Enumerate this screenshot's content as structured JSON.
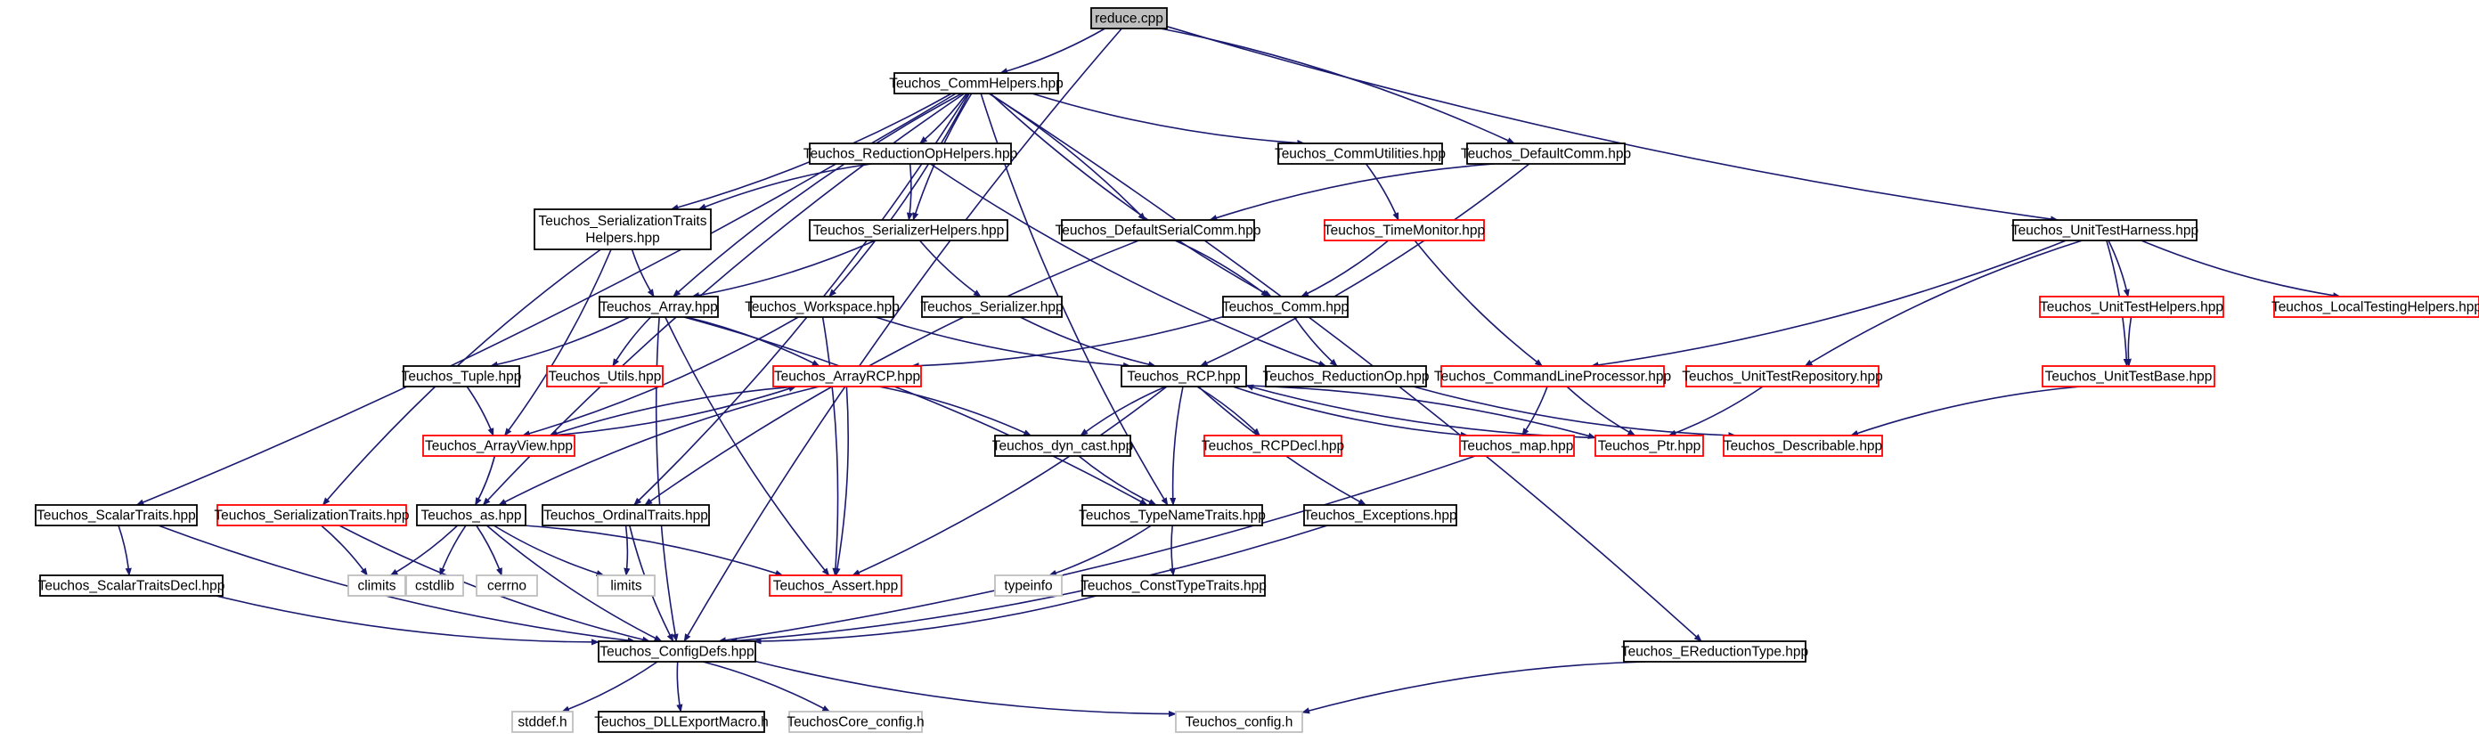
{
  "colors": {
    "edge": "#191970",
    "border_documented": "#000000",
    "border_undocumented": "#ff0000",
    "border_external": "#bfbfbf",
    "fill_root": "#bfbfbf",
    "fill_default": "#ffffff"
  },
  "nodes": [
    {
      "id": "reduce",
      "label": "reduce.cpp",
      "kind": "root"
    },
    {
      "id": "commhelpers",
      "label": "Teuchos_CommHelpers.hpp",
      "kind": "doc"
    },
    {
      "id": "configdefs",
      "label": "Teuchos_ConfigDefs.hpp",
      "kind": "doc"
    },
    {
      "id": "defaultcomm",
      "label": "Teuchos_DefaultComm.hpp",
      "kind": "doc"
    },
    {
      "id": "unittestharness",
      "label": "Teuchos_UnitTestHarness.hpp",
      "kind": "doc"
    },
    {
      "id": "reductionophelpers",
      "label": "Teuchos_ReductionOpHelpers.hpp",
      "kind": "doc"
    },
    {
      "id": "commutilities",
      "label": "Teuchos_CommUtilities.hpp",
      "kind": "doc"
    },
    {
      "id": "serializationtraitshelpers",
      "label": "Teuchos_SerializationTraits\nHelpers.hpp",
      "kind": "doc"
    },
    {
      "id": "serializerhelpers",
      "label": "Teuchos_SerializerHelpers.hpp",
      "kind": "doc"
    },
    {
      "id": "defaultserialcomm",
      "label": "Teuchos_DefaultSerialComm.hpp",
      "kind": "doc"
    },
    {
      "id": "timemonitor",
      "label": "Teuchos_TimeMonitor.hpp",
      "kind": "undoc"
    },
    {
      "id": "array",
      "label": "Teuchos_Array.hpp",
      "kind": "doc"
    },
    {
      "id": "workspace",
      "label": "Teuchos_Workspace.hpp",
      "kind": "doc"
    },
    {
      "id": "serializer",
      "label": "Teuchos_Serializer.hpp",
      "kind": "doc"
    },
    {
      "id": "comm",
      "label": "Teuchos_Comm.hpp",
      "kind": "doc"
    },
    {
      "id": "unittesthelpers",
      "label": "Teuchos_UnitTestHelpers.hpp",
      "kind": "undoc"
    },
    {
      "id": "localtestinghelpers",
      "label": "Teuchos_LocalTestingHelpers.hpp",
      "kind": "undoc"
    },
    {
      "id": "tuple",
      "label": "Teuchos_Tuple.hpp",
      "kind": "doc"
    },
    {
      "id": "utils",
      "label": "Teuchos_Utils.hpp",
      "kind": "undoc"
    },
    {
      "id": "arrayrcp",
      "label": "Teuchos_ArrayRCP.hpp",
      "kind": "undoc"
    },
    {
      "id": "rcp",
      "label": "Teuchos_RCP.hpp",
      "kind": "doc"
    },
    {
      "id": "reductionop",
      "label": "Teuchos_ReductionOp.hpp",
      "kind": "doc"
    },
    {
      "id": "cmdlineprocessor",
      "label": "Teuchos_CommandLineProcessor.hpp",
      "kind": "undoc"
    },
    {
      "id": "unittestrepository",
      "label": "Teuchos_UnitTestRepository.hpp",
      "kind": "undoc"
    },
    {
      "id": "unittestbase",
      "label": "Teuchos_UnitTestBase.hpp",
      "kind": "undoc"
    },
    {
      "id": "arrayview",
      "label": "Teuchos_ArrayView.hpp",
      "kind": "undoc"
    },
    {
      "id": "dyncast",
      "label": "Teuchos_dyn_cast.hpp",
      "kind": "doc"
    },
    {
      "id": "rcpdecl",
      "label": "Teuchos_RCPDecl.hpp",
      "kind": "undoc"
    },
    {
      "id": "map",
      "label": "Teuchos_map.hpp",
      "kind": "undoc"
    },
    {
      "id": "ptr",
      "label": "Teuchos_Ptr.hpp",
      "kind": "undoc"
    },
    {
      "id": "describable",
      "label": "Teuchos_Describable.hpp",
      "kind": "undoc"
    },
    {
      "id": "scalartraits",
      "label": "Teuchos_ScalarTraits.hpp",
      "kind": "doc"
    },
    {
      "id": "serializationtraits",
      "label": "Teuchos_SerializationTraits.hpp",
      "kind": "undoc"
    },
    {
      "id": "as",
      "label": "Teuchos_as.hpp",
      "kind": "doc"
    },
    {
      "id": "ordinaltraits",
      "label": "Teuchos_OrdinalTraits.hpp",
      "kind": "doc"
    },
    {
      "id": "typenametraits",
      "label": "Teuchos_TypeNameTraits.hpp",
      "kind": "doc"
    },
    {
      "id": "exceptions",
      "label": "Teuchos_Exceptions.hpp",
      "kind": "doc"
    },
    {
      "id": "scalartraitsdecl",
      "label": "Teuchos_ScalarTraitsDecl.hpp",
      "kind": "doc"
    },
    {
      "id": "climits",
      "label": "climits",
      "kind": "ext"
    },
    {
      "id": "cstdlib",
      "label": "cstdlib",
      "kind": "ext"
    },
    {
      "id": "cerrno",
      "label": "cerrno",
      "kind": "ext"
    },
    {
      "id": "limits",
      "label": "limits",
      "kind": "ext"
    },
    {
      "id": "assert",
      "label": "Teuchos_Assert.hpp",
      "kind": "undoc"
    },
    {
      "id": "typeinfo",
      "label": "typeinfo",
      "kind": "ext"
    },
    {
      "id": "consttypetraits",
      "label": "Teuchos_ConstTypeTraits.hpp",
      "kind": "doc"
    },
    {
      "id": "ereductiontype",
      "label": "Teuchos_EReductionType.hpp",
      "kind": "doc"
    },
    {
      "id": "stddef",
      "label": "stddef.h",
      "kind": "ext"
    },
    {
      "id": "dllexportmacro",
      "label": "Teuchos_DLLExportMacro.h",
      "kind": "doc"
    },
    {
      "id": "teuchoscoreconfig",
      "label": "TeuchosCore_config.h",
      "kind": "ext"
    },
    {
      "id": "teuchosconfig",
      "label": "Teuchos_config.h",
      "kind": "ext"
    }
  ],
  "edges": [
    [
      "reduce",
      "commhelpers"
    ],
    [
      "reduce",
      "configdefs"
    ],
    [
      "reduce",
      "defaultcomm"
    ],
    [
      "reduce",
      "unittestharness"
    ],
    [
      "commhelpers",
      "reductionophelpers"
    ],
    [
      "commhelpers",
      "commutilities"
    ],
    [
      "commhelpers",
      "serializationtraitshelpers"
    ],
    [
      "commhelpers",
      "serializerhelpers"
    ],
    [
      "commhelpers",
      "defaultserialcomm"
    ],
    [
      "commhelpers",
      "array"
    ],
    [
      "commhelpers",
      "workspace"
    ],
    [
      "commhelpers",
      "comm"
    ],
    [
      "commhelpers",
      "scalartraits"
    ],
    [
      "commhelpers",
      "as"
    ],
    [
      "commhelpers",
      "ordinaltraits"
    ],
    [
      "commhelpers",
      "typenametraits"
    ],
    [
      "commhelpers",
      "ereductiontype"
    ],
    [
      "reductionophelpers",
      "serializationtraitshelpers"
    ],
    [
      "reductionophelpers",
      "serializerhelpers"
    ],
    [
      "reductionophelpers",
      "reductionop"
    ],
    [
      "commutilities",
      "timemonitor"
    ],
    [
      "defaultcomm",
      "defaultserialcomm"
    ],
    [
      "defaultcomm",
      "rcp"
    ],
    [
      "serializationtraitshelpers",
      "array"
    ],
    [
      "serializationtraitshelpers",
      "arrayview"
    ],
    [
      "serializationtraitshelpers",
      "serializationtraits"
    ],
    [
      "serializerhelpers",
      "array"
    ],
    [
      "serializerhelpers",
      "serializer"
    ],
    [
      "defaultserialcomm",
      "comm"
    ],
    [
      "defaultserialcomm",
      "ordinaltraits"
    ],
    [
      "timemonitor",
      "comm"
    ],
    [
      "timemonitor",
      "cmdlineprocessor"
    ],
    [
      "array",
      "tuple"
    ],
    [
      "array",
      "utils"
    ],
    [
      "array",
      "arrayrcp"
    ],
    [
      "array",
      "assert"
    ],
    [
      "array",
      "typenametraits"
    ],
    [
      "array",
      "configdefs"
    ],
    [
      "workspace",
      "arrayview"
    ],
    [
      "workspace",
      "rcp"
    ],
    [
      "workspace",
      "assert"
    ],
    [
      "serializer",
      "rcp"
    ],
    [
      "comm",
      "arrayrcp"
    ],
    [
      "comm",
      "reductionop"
    ],
    [
      "unittestharness",
      "unittesthelpers"
    ],
    [
      "unittestharness",
      "localtestinghelpers"
    ],
    [
      "unittestharness",
      "cmdlineprocessor"
    ],
    [
      "unittestharness",
      "unittestrepository"
    ],
    [
      "unittestharness",
      "unittestbase"
    ],
    [
      "unittesthelpers",
      "unittestbase"
    ],
    [
      "tuple",
      "arrayview"
    ],
    [
      "arrayrcp",
      "arrayview"
    ],
    [
      "arrayrcp",
      "dyncast"
    ],
    [
      "arrayrcp",
      "as"
    ],
    [
      "arrayrcp",
      "assert"
    ],
    [
      "arrayview",
      "arrayrcp"
    ],
    [
      "arrayview",
      "as"
    ],
    [
      "rcp",
      "dyncast"
    ],
    [
      "rcp",
      "rcpdecl"
    ],
    [
      "rcp",
      "map"
    ],
    [
      "rcp",
      "ptr"
    ],
    [
      "rcp",
      "exceptions"
    ],
    [
      "rcp",
      "assert"
    ],
    [
      "rcp",
      "typenametraits"
    ],
    [
      "ptr",
      "rcp"
    ],
    [
      "reductionop",
      "describable"
    ],
    [
      "cmdlineprocessor",
      "map"
    ],
    [
      "cmdlineprocessor",
      "ptr"
    ],
    [
      "unittestrepository",
      "ptr"
    ],
    [
      "unittestbase",
      "describable"
    ],
    [
      "map",
      "configdefs"
    ],
    [
      "dyncast",
      "typenametraits"
    ],
    [
      "scalartraits",
      "scalartraitsdecl"
    ],
    [
      "scalartraits",
      "configdefs"
    ],
    [
      "serializationtraits",
      "climits"
    ],
    [
      "serializationtraits",
      "configdefs"
    ],
    [
      "as",
      "climits"
    ],
    [
      "as",
      "cstdlib"
    ],
    [
      "as",
      "cerrno"
    ],
    [
      "as",
      "limits"
    ],
    [
      "as",
      "assert"
    ],
    [
      "as",
      "configdefs"
    ],
    [
      "ordinaltraits",
      "limits"
    ],
    [
      "ordinaltraits",
      "configdefs"
    ],
    [
      "typenametraits",
      "typeinfo"
    ],
    [
      "typenametraits",
      "consttypetraits"
    ],
    [
      "exceptions",
      "configdefs"
    ],
    [
      "scalartraitsdecl",
      "configdefs"
    ],
    [
      "consttypetraits",
      "configdefs"
    ],
    [
      "ereductiontype",
      "teuchosconfig"
    ],
    [
      "configdefs",
      "stddef"
    ],
    [
      "configdefs",
      "dllexportmacro"
    ],
    [
      "configdefs",
      "teuchoscoreconfig"
    ],
    [
      "configdefs",
      "teuchosconfig"
    ]
  ]
}
